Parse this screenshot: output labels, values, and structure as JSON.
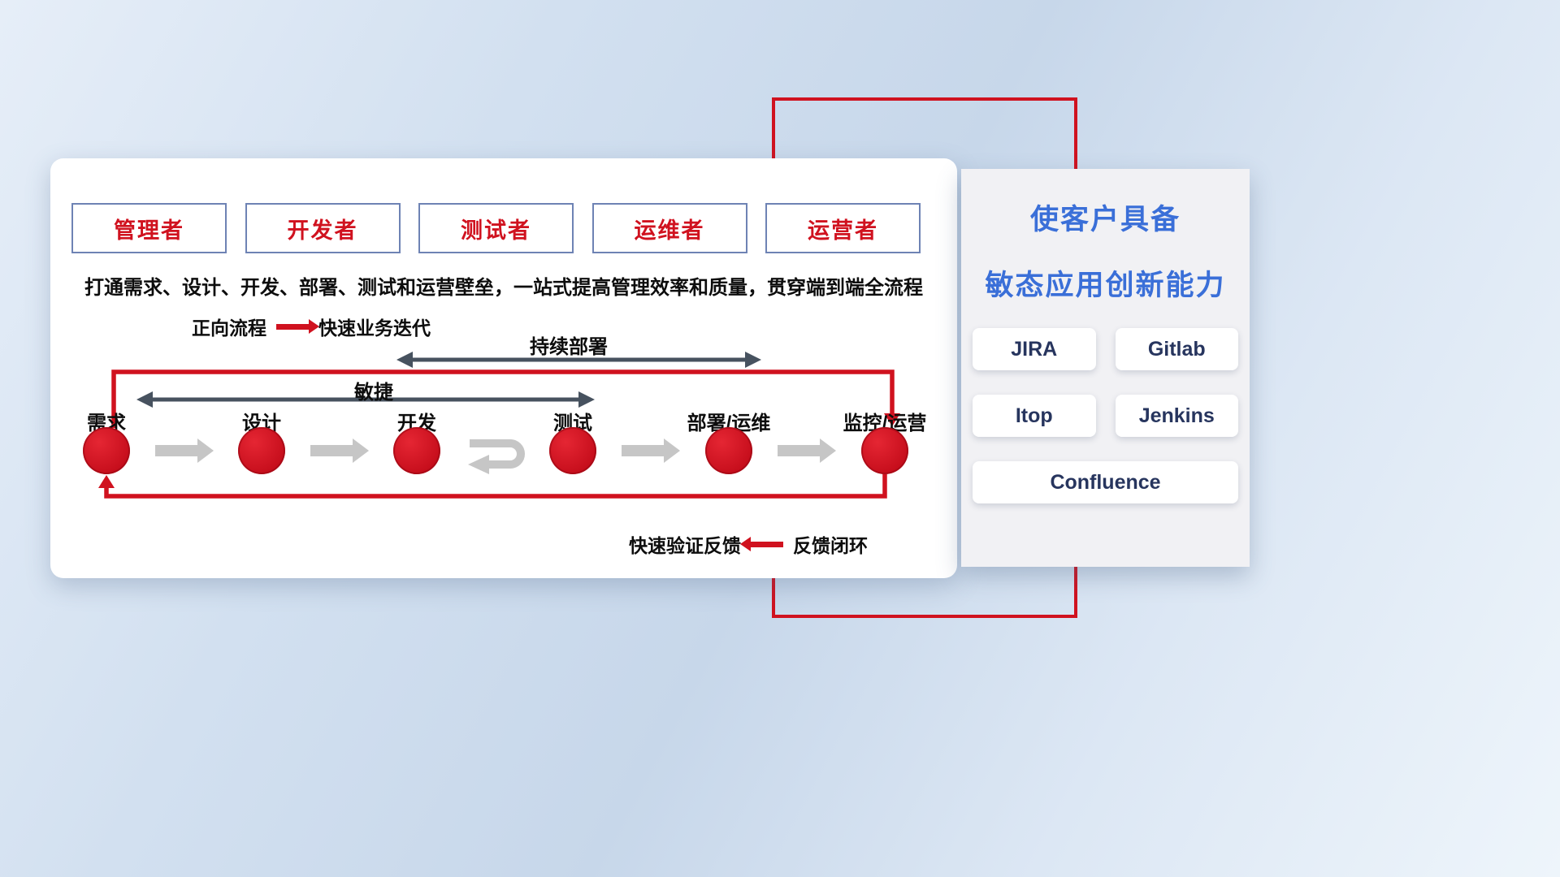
{
  "colors": {
    "accent_red": "#d0121f",
    "title_blue": "#3a6fd8",
    "role_border_blue": "#6e83b4",
    "dark_arrow": "#47525f",
    "gray_arrow": "#c6c6c6",
    "tool_text_navy": "#27355e",
    "panel_bg": "#ffffff",
    "side_panel_bg": "#f1f1f4"
  },
  "roles": [
    "管理者",
    "开发者",
    "测试者",
    "运维者",
    "运营者"
  ],
  "headline": "打通需求、设计、开发、部署、测试和运营壁垒，一站式提高管理效率和质量，贯穿端到端全流程",
  "forward_legend": {
    "label": "正向流程",
    "value": "快速业务迭代"
  },
  "continuous_deploy_label": "持续部署",
  "agile_label": "敏捷",
  "stages": [
    "需求",
    "设计",
    "开发",
    "测试",
    "部署/运维",
    "监控/运营"
  ],
  "feedback_legend": {
    "label": "快速验证反馈",
    "value": "反馈闭环"
  },
  "capability_panel": {
    "title_line1": "使客户具备",
    "title_line2": "敏态应用创新能力",
    "tools": [
      "JIRA",
      "Gitlab",
      "Itop",
      "Jenkins",
      "Confluence"
    ]
  }
}
